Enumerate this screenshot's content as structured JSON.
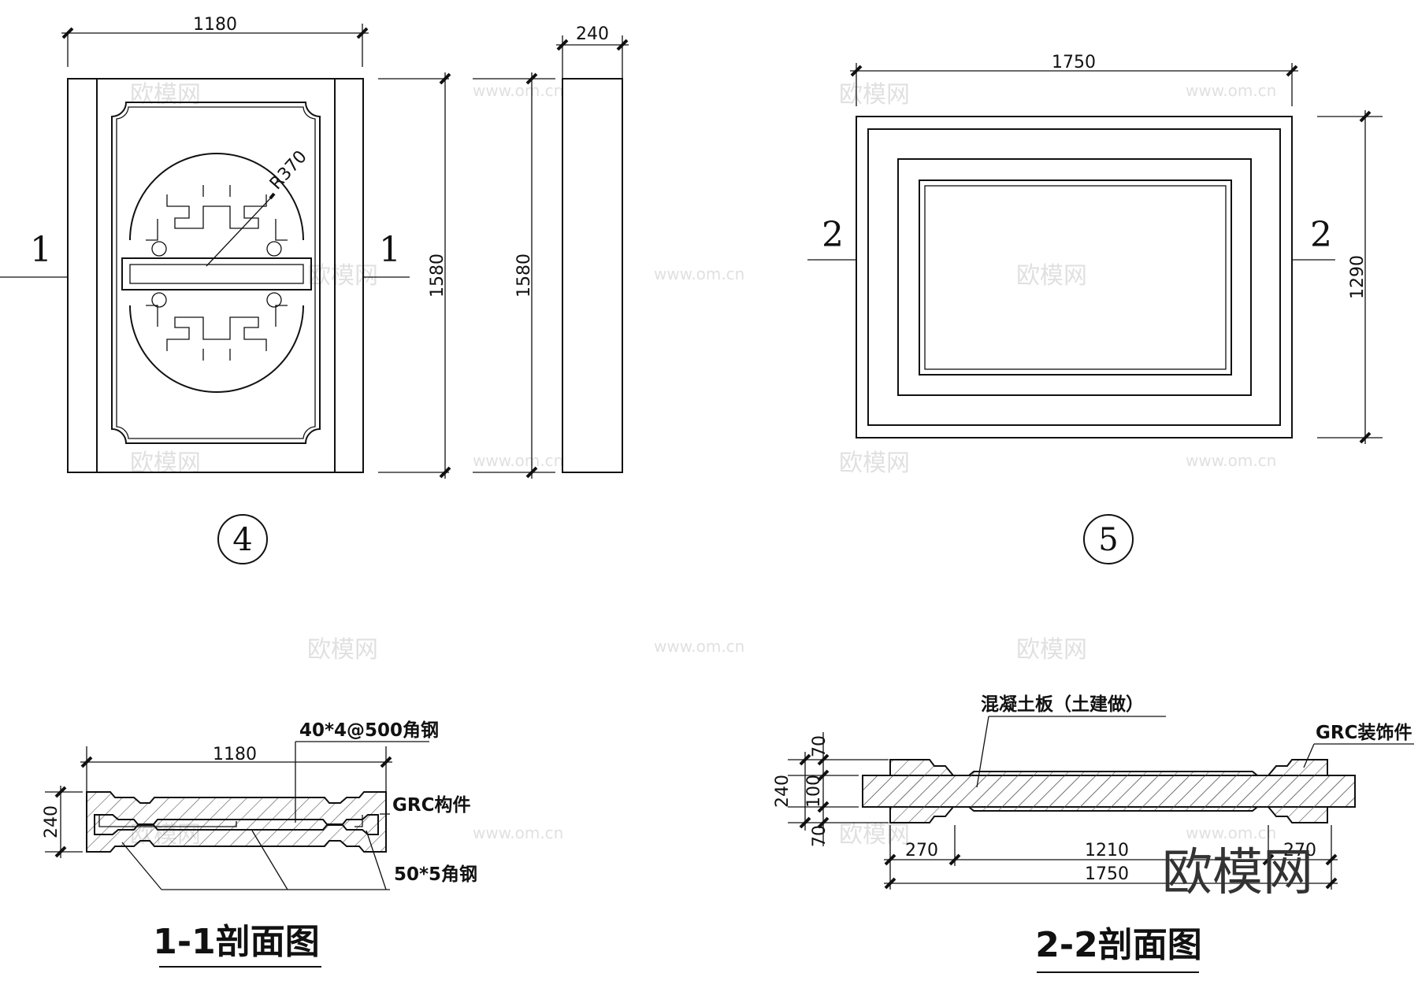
{
  "drawing4": {
    "width_dim": "1180",
    "height_dim": "1580",
    "side_height_dim": "1580",
    "thickness_dim": "240",
    "radius_label": "R370",
    "section_mark": "1",
    "number": "4"
  },
  "drawing5": {
    "width_dim": "1750",
    "height_dim": "1290",
    "section_mark": "2",
    "number": "5"
  },
  "section11": {
    "title": "1-1剖面图",
    "width_dim": "1180",
    "thickness_dim": "240",
    "note_angle_steel": "40*4@500角钢",
    "note_grc": "GRC构件",
    "note_angle_small": "50*5角钢"
  },
  "section22": {
    "title": "2-2剖面图",
    "note_concrete": "混凝土板（土建做）",
    "note_grc": "GRC装饰件",
    "dim_top": "70",
    "dim_mid": "100",
    "dim_bottom": "70",
    "dim_total_h": "240",
    "dim_left": "270",
    "dim_center": "1210",
    "dim_right": "270",
    "dim_total_w": "1750"
  },
  "watermark": {
    "brand": "欧模网",
    "url": "www.om.cn"
  }
}
